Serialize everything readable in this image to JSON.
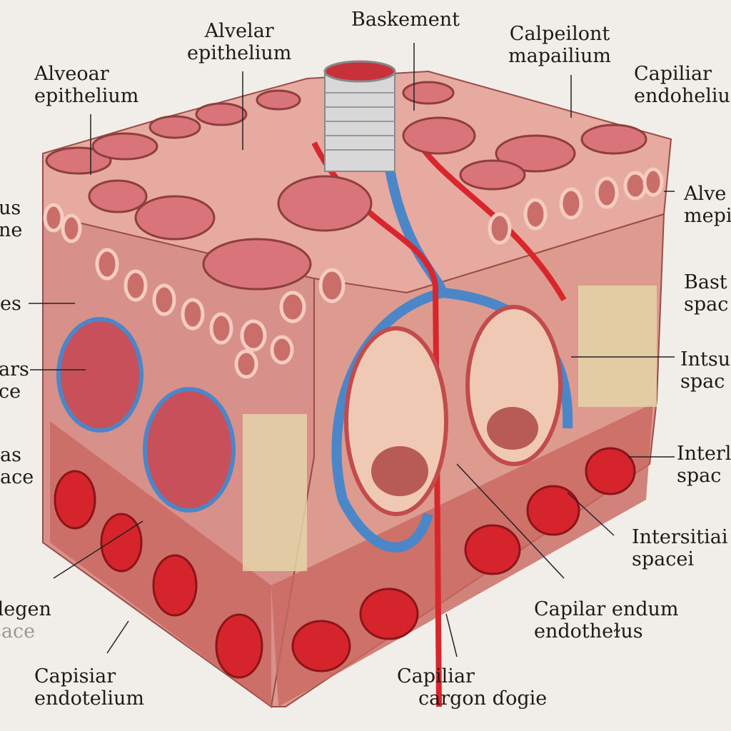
{
  "labels": {
    "top_alvelar": [
      "Alvelar",
      "epithelium"
    ],
    "top_baskement": [
      "Baskement"
    ],
    "top_calpeilont": [
      "Calpeilont",
      "mapailium"
    ],
    "top_right_capiliar": [
      "Capiliar",
      "endoheliu"
    ],
    "left_alveoar": [
      "Alveoar",
      "epithelium"
    ],
    "left_1": [
      "us",
      "ne"
    ],
    "left_2": [
      "es"
    ],
    "left_3": [
      "ars",
      "ce"
    ],
    "left_4": [
      "as",
      "ace"
    ],
    "left_5": [
      "llegen",
      "sace"
    ],
    "right_1": [
      "Alve",
      "mepi"
    ],
    "right_2": [
      "Bast",
      "spac"
    ],
    "right_3": [
      "Intsu",
      "spac"
    ],
    "right_4": [
      "Interl",
      "spac"
    ],
    "right_5": [
      "Intersitiai",
      "spacei"
    ],
    "bottom_right": [
      "Capilar endum",
      "endotheɫus"
    ],
    "bottom_center": [
      "Capiliar",
      "cargon ɗogie"
    ],
    "bottom_left": [
      "Capisiar",
      "endotelium"
    ]
  },
  "colors": {
    "tissue": "#d98f85",
    "vessel_red": "#d9252c",
    "vessel_blue": "#4a86c8",
    "background": "#f1eee9",
    "mesh": "#e4d4a8"
  }
}
